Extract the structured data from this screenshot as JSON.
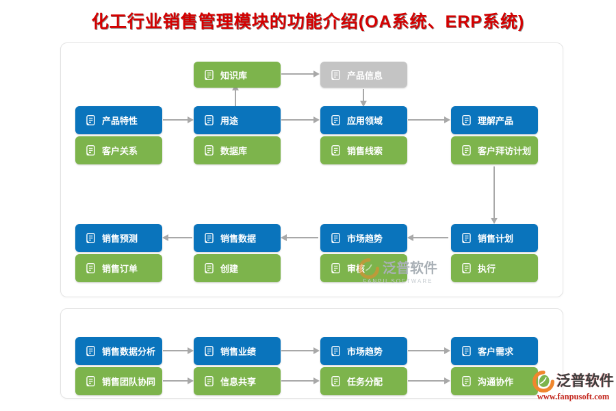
{
  "page_title": "化工行业销售管理模块的功能介绍(OA系统、ERP系统)",
  "diagram": {
    "panel1": {
      "knowledge_base": "知识库",
      "product_info": "产品信息",
      "row_product": [
        "产品特性",
        "用途",
        "应用领域",
        "理解产品"
      ],
      "row_customer": [
        "客户关系",
        "数据库",
        "销售线索",
        "客户拜访计划"
      ],
      "row_sales": [
        "销售预测",
        "销售数据",
        "市场趋势",
        "销售计划"
      ],
      "row_order": [
        "销售订单",
        "创建",
        "审核",
        "执行"
      ]
    },
    "panel2": {
      "row_analysis": [
        "销售数据分析",
        "销售业绩",
        "市场趋势",
        "客户需求"
      ],
      "row_team": [
        "销售团队协同",
        "信息共享",
        "任务分配",
        "沟通协作"
      ]
    }
  },
  "watermark_center": {
    "brand": "泛普软件",
    "caption": "FANPU SOFTWARE"
  },
  "watermark_corner": {
    "brand": "泛普软件",
    "url": "www.fanpusoft.com"
  },
  "colors": {
    "node_blue": "#0a74bc",
    "node_green": "#7db44c",
    "node_gray": "#c4c4c4",
    "arrow_gray": "#a8a8a8",
    "title_red": "#d40000",
    "url_red": "#c3261d"
  }
}
